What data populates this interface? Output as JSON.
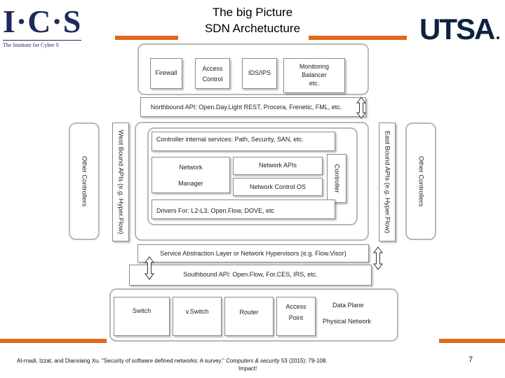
{
  "header": {
    "logo_text": "I·C·S",
    "logo_subtitle": "The Institute for Cyber S",
    "title_line1": "The big Picture",
    "title_line2": "SDN Archetucture",
    "university_logo": "UTSA"
  },
  "diagram": {
    "apps": {
      "firewall": "Firewall",
      "access_control_1": "Access",
      "access_control_2": "Control",
      "ids": "IDS/IPS",
      "monitoring_1": "Monitoring",
      "monitoring_2": "Balancer",
      "monitoring_3": "etc."
    },
    "northbound": "Northbound API: Open.Day.Light REST, Procera, Frenetic, FML, etc.",
    "westbound": "West Bound APIs (e.g. Hyper.Flow)",
    "eastbound": "East Bound APIs (e.g. Hyper.Flow)",
    "other_controllers_left": "Other Controllers",
    "other_controllers_right": "Other Controllers",
    "controller_internal": "Controller internal services: Path, Security, SAN, etc.",
    "network": "Network",
    "manager": "Manager",
    "network_apis": "Network APIs",
    "network_control_os": "Network Control OS",
    "controller": "Controller",
    "drivers": "Drivers For: L2-L3, Open.Flow, DOVE, etc",
    "sal": "Service Abstraction Layer or Network Hypervisors (e.g. Flow.Visor)",
    "southbound": "Southbound API: Open.Flow, For.CES, IRS, etc.",
    "data_plane_items": {
      "switch": "Switch",
      "vswitch": "v.Switch",
      "router": "Router",
      "access_point_1": "Access",
      "access_point_2": "Point"
    },
    "data_plane": "Data Plane",
    "physical_network": "Physical Network"
  },
  "footer": {
    "citation_main": "Al-rnadi, Izzat, and Dianxiang Xu. \"Security of software defined networks: A survey.\"",
    "citation_journal": "Computers & security",
    "citation_tail": "53 (2015): 79-108.",
    "citation_line2": "Impact!",
    "page_number": "7"
  },
  "colors": {
    "accent_orange": "#e06a1b",
    "ics_navy": "#1f2a5a",
    "utsa_navy": "#0c2340"
  },
  "icons": [
    "up-down-arrow-icon"
  ]
}
